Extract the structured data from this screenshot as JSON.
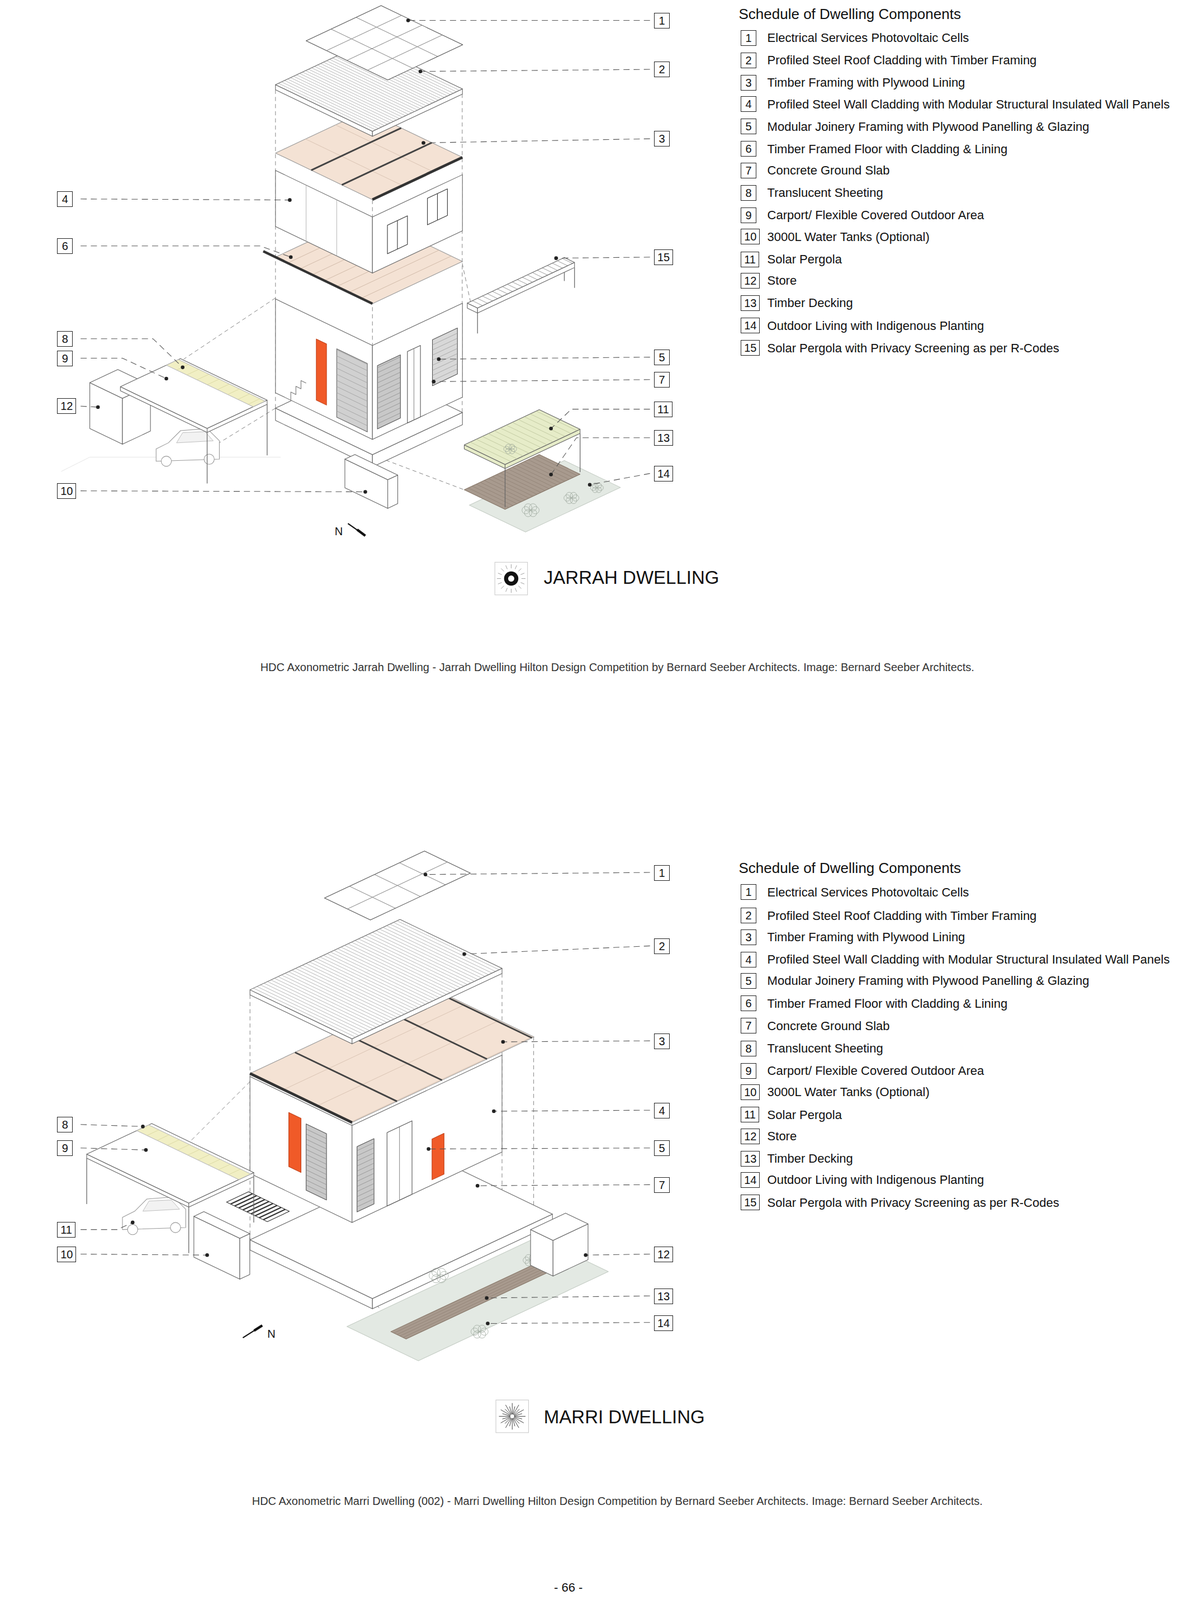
{
  "diagram": {
    "nodes": [
      {
        "text": [
          "1"
        ]
      },
      {
        "text": [
          "2"
        ]
      },
      {
        "text": [
          "3"
        ]
      },
      {
        "text": [
          "4"
        ]
      },
      {
        "text": [
          "6"
        ]
      },
      {
        "text": [
          "15"
        ]
      },
      {
        "text": [
          "8"
        ]
      },
      {
        "text": [
          "9"
        ]
      },
      {
        "text": [
          "5"
        ]
      },
      {
        "text": [
          "7"
        ]
      },
      {
        "text": [
          "12"
        ]
      },
      {
        "text": [
          "11"
        ]
      },
      {
        "text": [
          "13"
        ]
      },
      {
        "text": [
          "14"
        ]
      },
      {
        "text": [
          "10"
        ]
      },
      {
        "text": [
          "1"
        ]
      },
      {
        "text": [
          "2"
        ]
      },
      {
        "text": [
          "3"
        ]
      },
      {
        "text": [
          "4"
        ]
      },
      {
        "text": [
          "5"
        ]
      },
      {
        "text": [
          "6"
        ]
      },
      {
        "text": [
          "7"
        ]
      },
      {
        "text": [
          "8"
        ]
      },
      {
        "text": [
          "9"
        ]
      },
      {
        "text": [
          "10"
        ]
      },
      {
        "text": [
          "11"
        ]
      },
      {
        "text": [
          "12"
        ]
      },
      {
        "text": [
          "13"
        ]
      },
      {
        "text": [
          "14"
        ]
      },
      {
        "text": [
          "15"
        ]
      },
      {
        "text": [
          "1"
        ]
      },
      {
        "text": [
          "2"
        ]
      },
      {
        "text": [
          "3"
        ]
      },
      {
        "text": [
          "4"
        ]
      },
      {
        "text": [
          "8"
        ]
      },
      {
        "text": [
          "9"
        ]
      },
      {
        "text": [
          "5"
        ]
      },
      {
        "text": [
          "7"
        ]
      },
      {
        "text": [
          "11"
        ]
      },
      {
        "text": [
          "10"
        ]
      },
      {
        "text": [
          "12"
        ]
      },
      {
        "text": [
          "13"
        ]
      },
      {
        "text": [
          "14"
        ]
      },
      {
        "text": [
          "1"
        ]
      },
      {
        "text": [
          "2"
        ]
      },
      {
        "text": [
          "3"
        ]
      },
      {
        "text": [
          "4"
        ]
      },
      {
        "text": [
          "5"
        ]
      },
      {
        "text": [
          "6"
        ]
      },
      {
        "text": [
          "7"
        ]
      },
      {
        "text": [
          "8"
        ]
      },
      {
        "text": [
          "9"
        ]
      },
      {
        "text": [
          "10"
        ]
      },
      {
        "text": [
          "11"
        ]
      },
      {
        "text": [
          "12"
        ]
      },
      {
        "text": [
          "13"
        ]
      },
      {
        "text": [
          "14"
        ]
      },
      {
        "text": [
          "15"
        ]
      }
    ],
    "labels": [
      "Schedule of Dwelling Components",
      "Electrical Services Photovoltaic Cells",
      "Profiled Steel Roof Cladding with Timber Framing",
      "Timber Framing with Plywood Lining",
      "Profiled Steel Wall Cladding with Modular Structural Insulated Wall Panels",
      "Modular Joinery Framing with Plywood Panelling & Glazing",
      "Timber Framed Floor with Cladding & Lining",
      "Concrete Ground Slab",
      "Translucent Sheeting",
      "Carport/ Flexible Covered Outdoor Area",
      "3000L Water Tanks (Optional)",
      "Solar Pergola",
      "Store",
      "Timber Decking",
      "Outdoor Living with Indigenous Planting",
      "Solar Pergola with Privacy Screening as per R-Codes",
      "N",
      "JARRAH DWELLING",
      "HDC Axonometric Jarrah Dwelling - Jarrah Dwelling Hilton Design Competition by Bernard Seeber Architects. Image: Bernard Seeber Architects.",
      "Schedule of Dwelling Components",
      "Electrical Services Photovoltaic Cells",
      "Profiled Steel Roof Cladding with Timber Framing",
      "Timber Framing with Plywood Lining",
      "Profiled Steel Wall Cladding with Modular Structural Insulated Wall Panels",
      "Modular Joinery Framing with Plywood Panelling & Glazing",
      "Timber Framed Floor with Cladding & Lining",
      "Concrete Ground Slab",
      "Translucent Sheeting",
      "Carport/ Flexible Covered Outdoor Area",
      "3000L Water Tanks (Optional)",
      "Solar Pergola",
      "Store",
      "Timber Decking",
      "Outdoor Living with Indigenous Planting",
      "Solar Pergola with Privacy Screening as per R-Codes",
      "N",
      "MARRI DWELLING",
      "HDC Axonometric Marri Dwelling (002) - Marri Dwelling Hilton Design Competition by Bernard Seeber Architects. Image: Bernard Seeber Architects.",
      "- 66 -"
    ]
  }
}
